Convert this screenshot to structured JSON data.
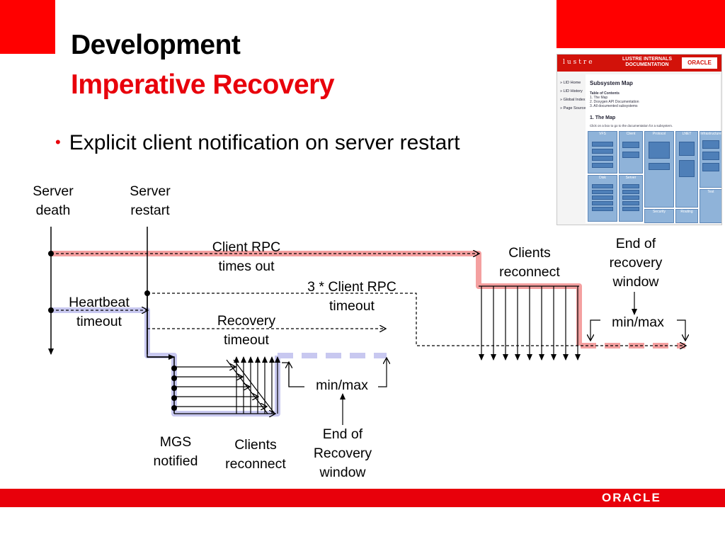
{
  "title": "Development",
  "subtitle": "Imperative Recovery",
  "bullet": "Explicit client notification on server restart",
  "labels": {
    "server_death": "Server death",
    "server_restart": "Server restart",
    "client_rpc_timeout": "Client RPC times out",
    "three_client_rpc": "3 * Client RPC timeout",
    "heartbeat_timeout": "Heartbeat timeout",
    "recovery_timeout": "Recovery timeout",
    "clients_reconnect_right": "Clients reconnect",
    "end_of_recovery_right": "End of recovery window",
    "minmax_right": "min/max",
    "minmax_mid": "min/max",
    "mgs_notified": "MGS notified",
    "clients_reconnect_left": "Clients reconnect",
    "end_of_recovery_left": "End of Recovery window"
  },
  "thumbnail": {
    "logo": "lustre",
    "header_title": "LUSTRE INTERNALS DOCUMENTATION",
    "oracle": "ORACLE",
    "nav": [
      "» LID Home",
      "» LID History",
      "» Global Index",
      "» Page Source"
    ],
    "heading": "Subsystem Map",
    "toc_title": "Table of Contents",
    "toc": [
      "1. The Map",
      "2. Doxygen API Documentation",
      "3. All documented subsystems"
    ],
    "section": "1. The Map",
    "note": "Click on a box to go to the documentation for a subsystem.",
    "boxes": [
      "VFS",
      "Client",
      "Protocol",
      "LNET",
      "Infrastructure",
      "Disk",
      "Server",
      "Security",
      "Routing",
      "Test"
    ]
  },
  "footer": {
    "logo": "ORACLE"
  },
  "colors": {
    "accent_red": "#e8000b",
    "highlight_pink": "#f4a0a0",
    "highlight_lavender": "#c8c8f0"
  }
}
